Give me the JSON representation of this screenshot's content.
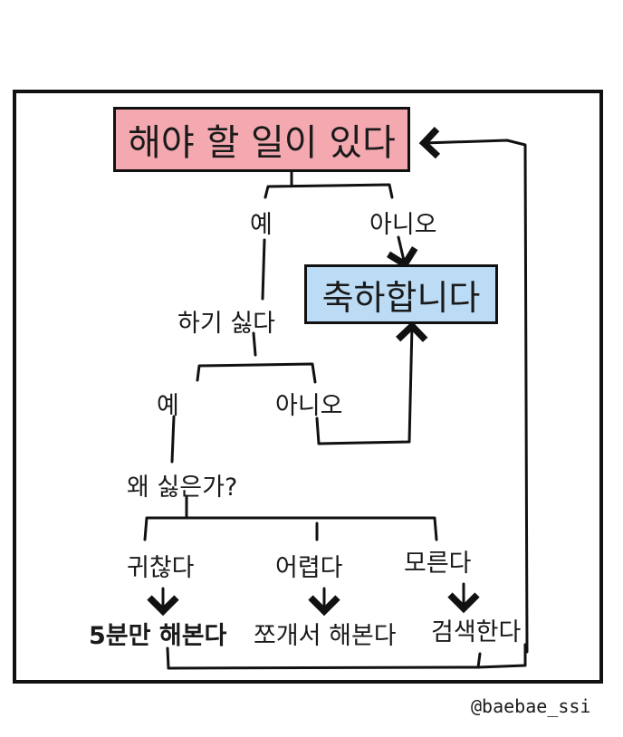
{
  "start": "해야 할 일이 있다",
  "end": "축하합니다",
  "q1": {
    "yes": "예",
    "no": "아니오"
  },
  "step2": "하기 싫다",
  "q2": {
    "yes": "예",
    "no": "아니오"
  },
  "step3": "왜 싫은가?",
  "reasons": [
    {
      "reason": "귀찮다",
      "action": "5분만 해본다"
    },
    {
      "reason": "어렵다",
      "action": "쪼개서 해본다"
    },
    {
      "reason": "모른다",
      "action": "검색한다"
    }
  ],
  "credit": "@baebae_ssi",
  "colors": {
    "start_box": "#f4a9b0",
    "end_box": "#bcdcf5"
  }
}
